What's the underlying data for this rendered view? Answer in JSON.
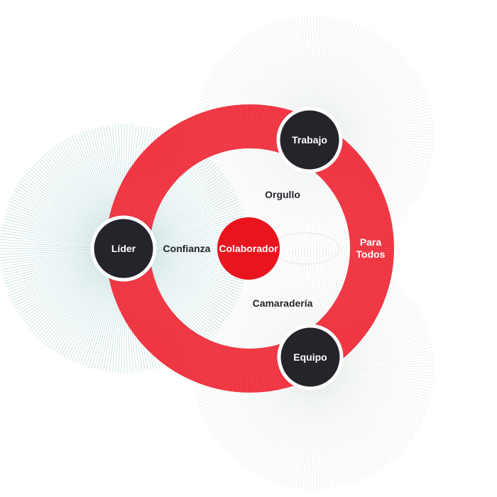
{
  "diagram": {
    "nodes": {
      "trabajo": "Trabajo",
      "lider": "Líder",
      "equipo": "Equipo",
      "colaborador": "Colaborador"
    },
    "labels": {
      "orgullo": "Orgullo",
      "confianza": "Confianza",
      "camaraderia": "Camaradería",
      "para": "Para",
      "todos": "Todos"
    },
    "colors": {
      "ring": "#ef3340",
      "center": "#e8151f",
      "node": "#23252b",
      "node_border": "#ffffff",
      "burst_teal": "#a9cfcf",
      "burst_gray": "#d3dcdb",
      "text_dark": "#23252b",
      "text_light": "#ffffff"
    }
  }
}
